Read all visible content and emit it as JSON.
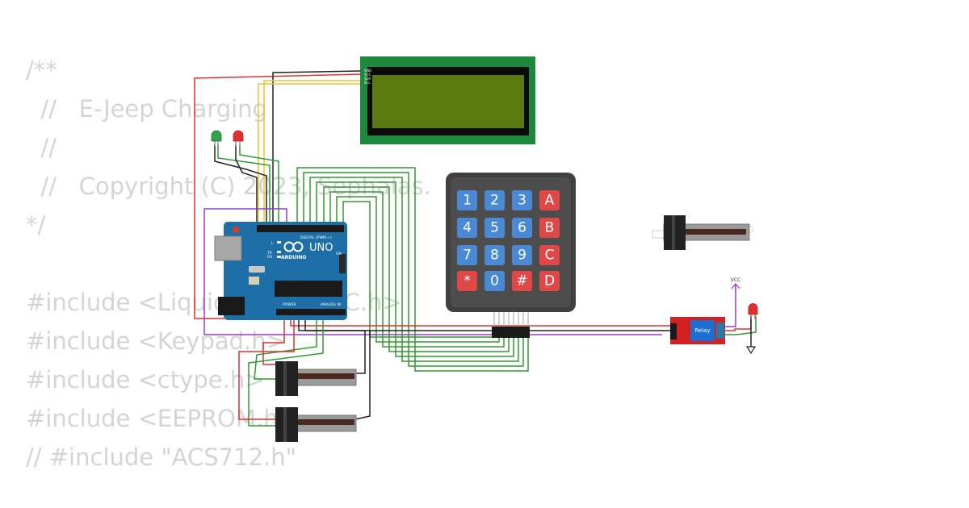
{
  "code_lines": [
    "/**",
    "  //   E-Jeep Charging",
    "  //",
    "  //   Copyright (C) 2023, Sephalas.",
    "*/",
    "",
    "#include <LiquidCrystal_I2C.h>",
    "#include <Keypad.h>",
    "#include <ctype.h>",
    "#include <EEPROM.h>",
    "// #include \"ACS712.h\""
  ],
  "keypad": {
    "keys": [
      [
        "1",
        "2",
        "3",
        "A"
      ],
      [
        "4",
        "5",
        "6",
        "B"
      ],
      [
        "7",
        "8",
        "9",
        "C"
      ],
      [
        "*",
        "0",
        "#",
        "D"
      ]
    ],
    "digit_color": "#4a8ad4",
    "letter_color": "#e04848"
  },
  "arduino": {
    "brand": "ARDUINO",
    "model": "UNO",
    "digital_label": "DIGITAL (PWM ~)",
    "power_label": "POWER",
    "analog_label": "ANALOG IN",
    "on_label": "ON",
    "tx_label": "TX",
    "rx_label": "RX",
    "l_label": "L"
  },
  "relay": {
    "label": "Relay"
  },
  "vcc_label": "VCC",
  "lcd": {
    "pins": [
      "GND",
      "VCC",
      "SDA",
      "SCL"
    ],
    "screen_color": "#5a7a10",
    "bezel_color": "#1c8a3c"
  },
  "leds": [
    {
      "color": "#2ea34a"
    },
    {
      "color": "#e03030"
    },
    {
      "color": "#e03030"
    }
  ],
  "colors": {
    "wire_red": "#e03030",
    "wire_black": "#222222",
    "wire_yellow": "#f2c230",
    "wire_green": "#2e9a2e",
    "wire_purple": "#9b3bc8",
    "arduino_blue": "#1e6fa8",
    "relay_red": "#d42020"
  }
}
